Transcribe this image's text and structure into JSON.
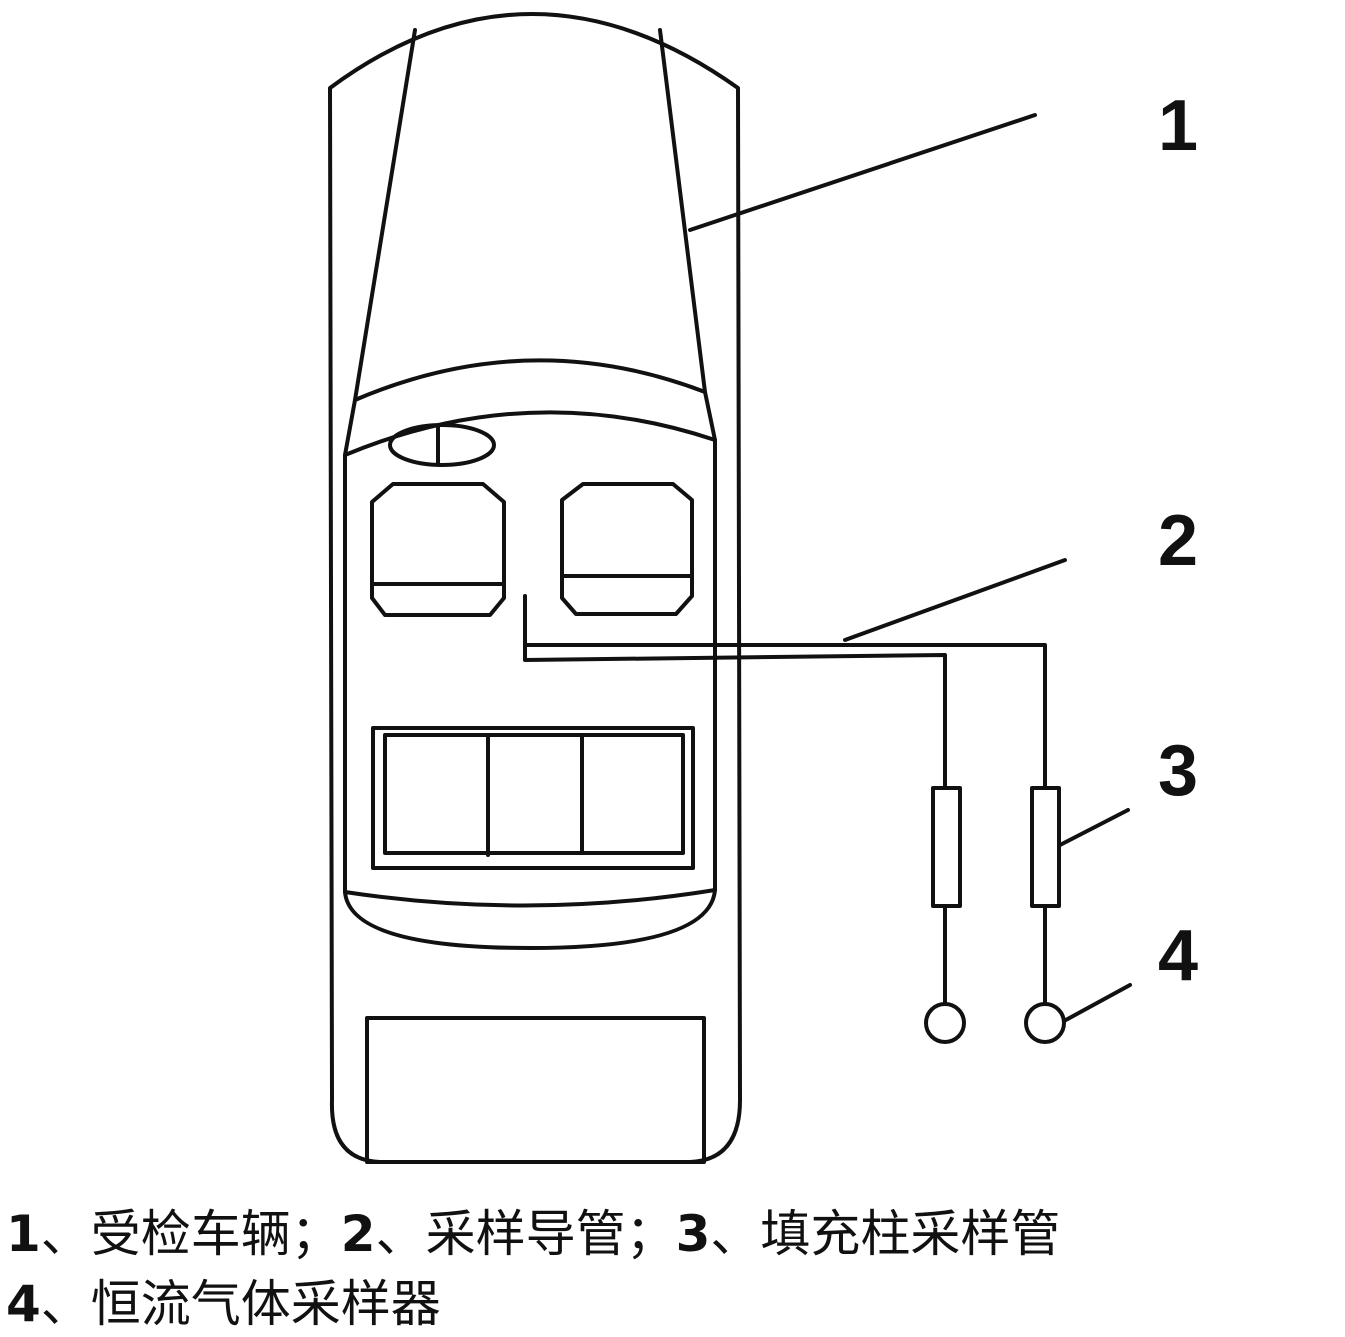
{
  "callouts": {
    "vehicle": "1",
    "sampling_conduit": "2",
    "packed_column_tube": "3",
    "constant_flow_sampler": "4"
  },
  "caption": {
    "line1": [
      {
        "num": "1",
        "text": "、受检车辆；"
      },
      {
        "num": "2",
        "text": "、采样导管；"
      },
      {
        "num": "3",
        "text": "、填充柱采样管"
      }
    ],
    "line2": [
      {
        "num": "4",
        "text": "、恒流气体采样器"
      }
    ]
  },
  "colors": {
    "stroke": "#111111",
    "background": "#ffffff"
  }
}
